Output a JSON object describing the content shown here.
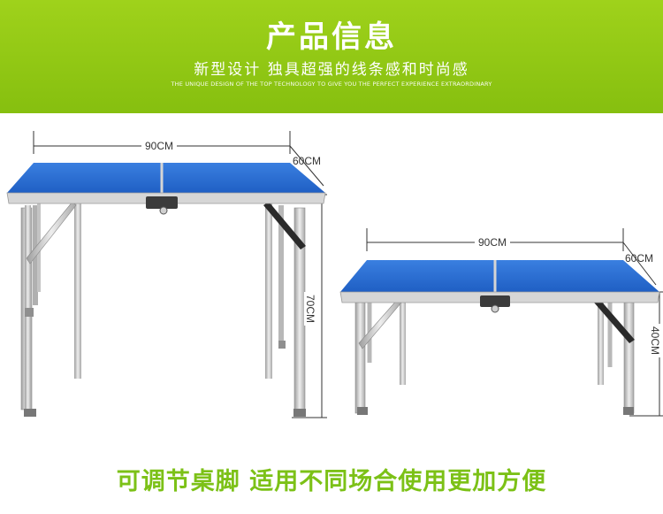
{
  "header": {
    "title": "产品信息",
    "subtitle": "新型设计  独具超强的线条感和时尚感",
    "tagline": "THE UNIQUE DESIGN OF THE TOP TECHNOLOGY TO GIVE YOU THE PERFECT EXPERIENCE EXTRAORDINARY"
  },
  "tall_table": {
    "width_label": "90CM",
    "depth_label": "60CM",
    "height_label": "70CM"
  },
  "short_table": {
    "width_label": "90CM",
    "depth_label": "60CM",
    "height_label": "40CM"
  },
  "caption": "可调节桌脚  适用不同场合使用更加方便",
  "colors": {
    "banner_green": "#8cc414",
    "tabletop_blue": "#2f6fd0",
    "caption_green": "#7cc117",
    "frame_silver": "#c9c9c9"
  }
}
